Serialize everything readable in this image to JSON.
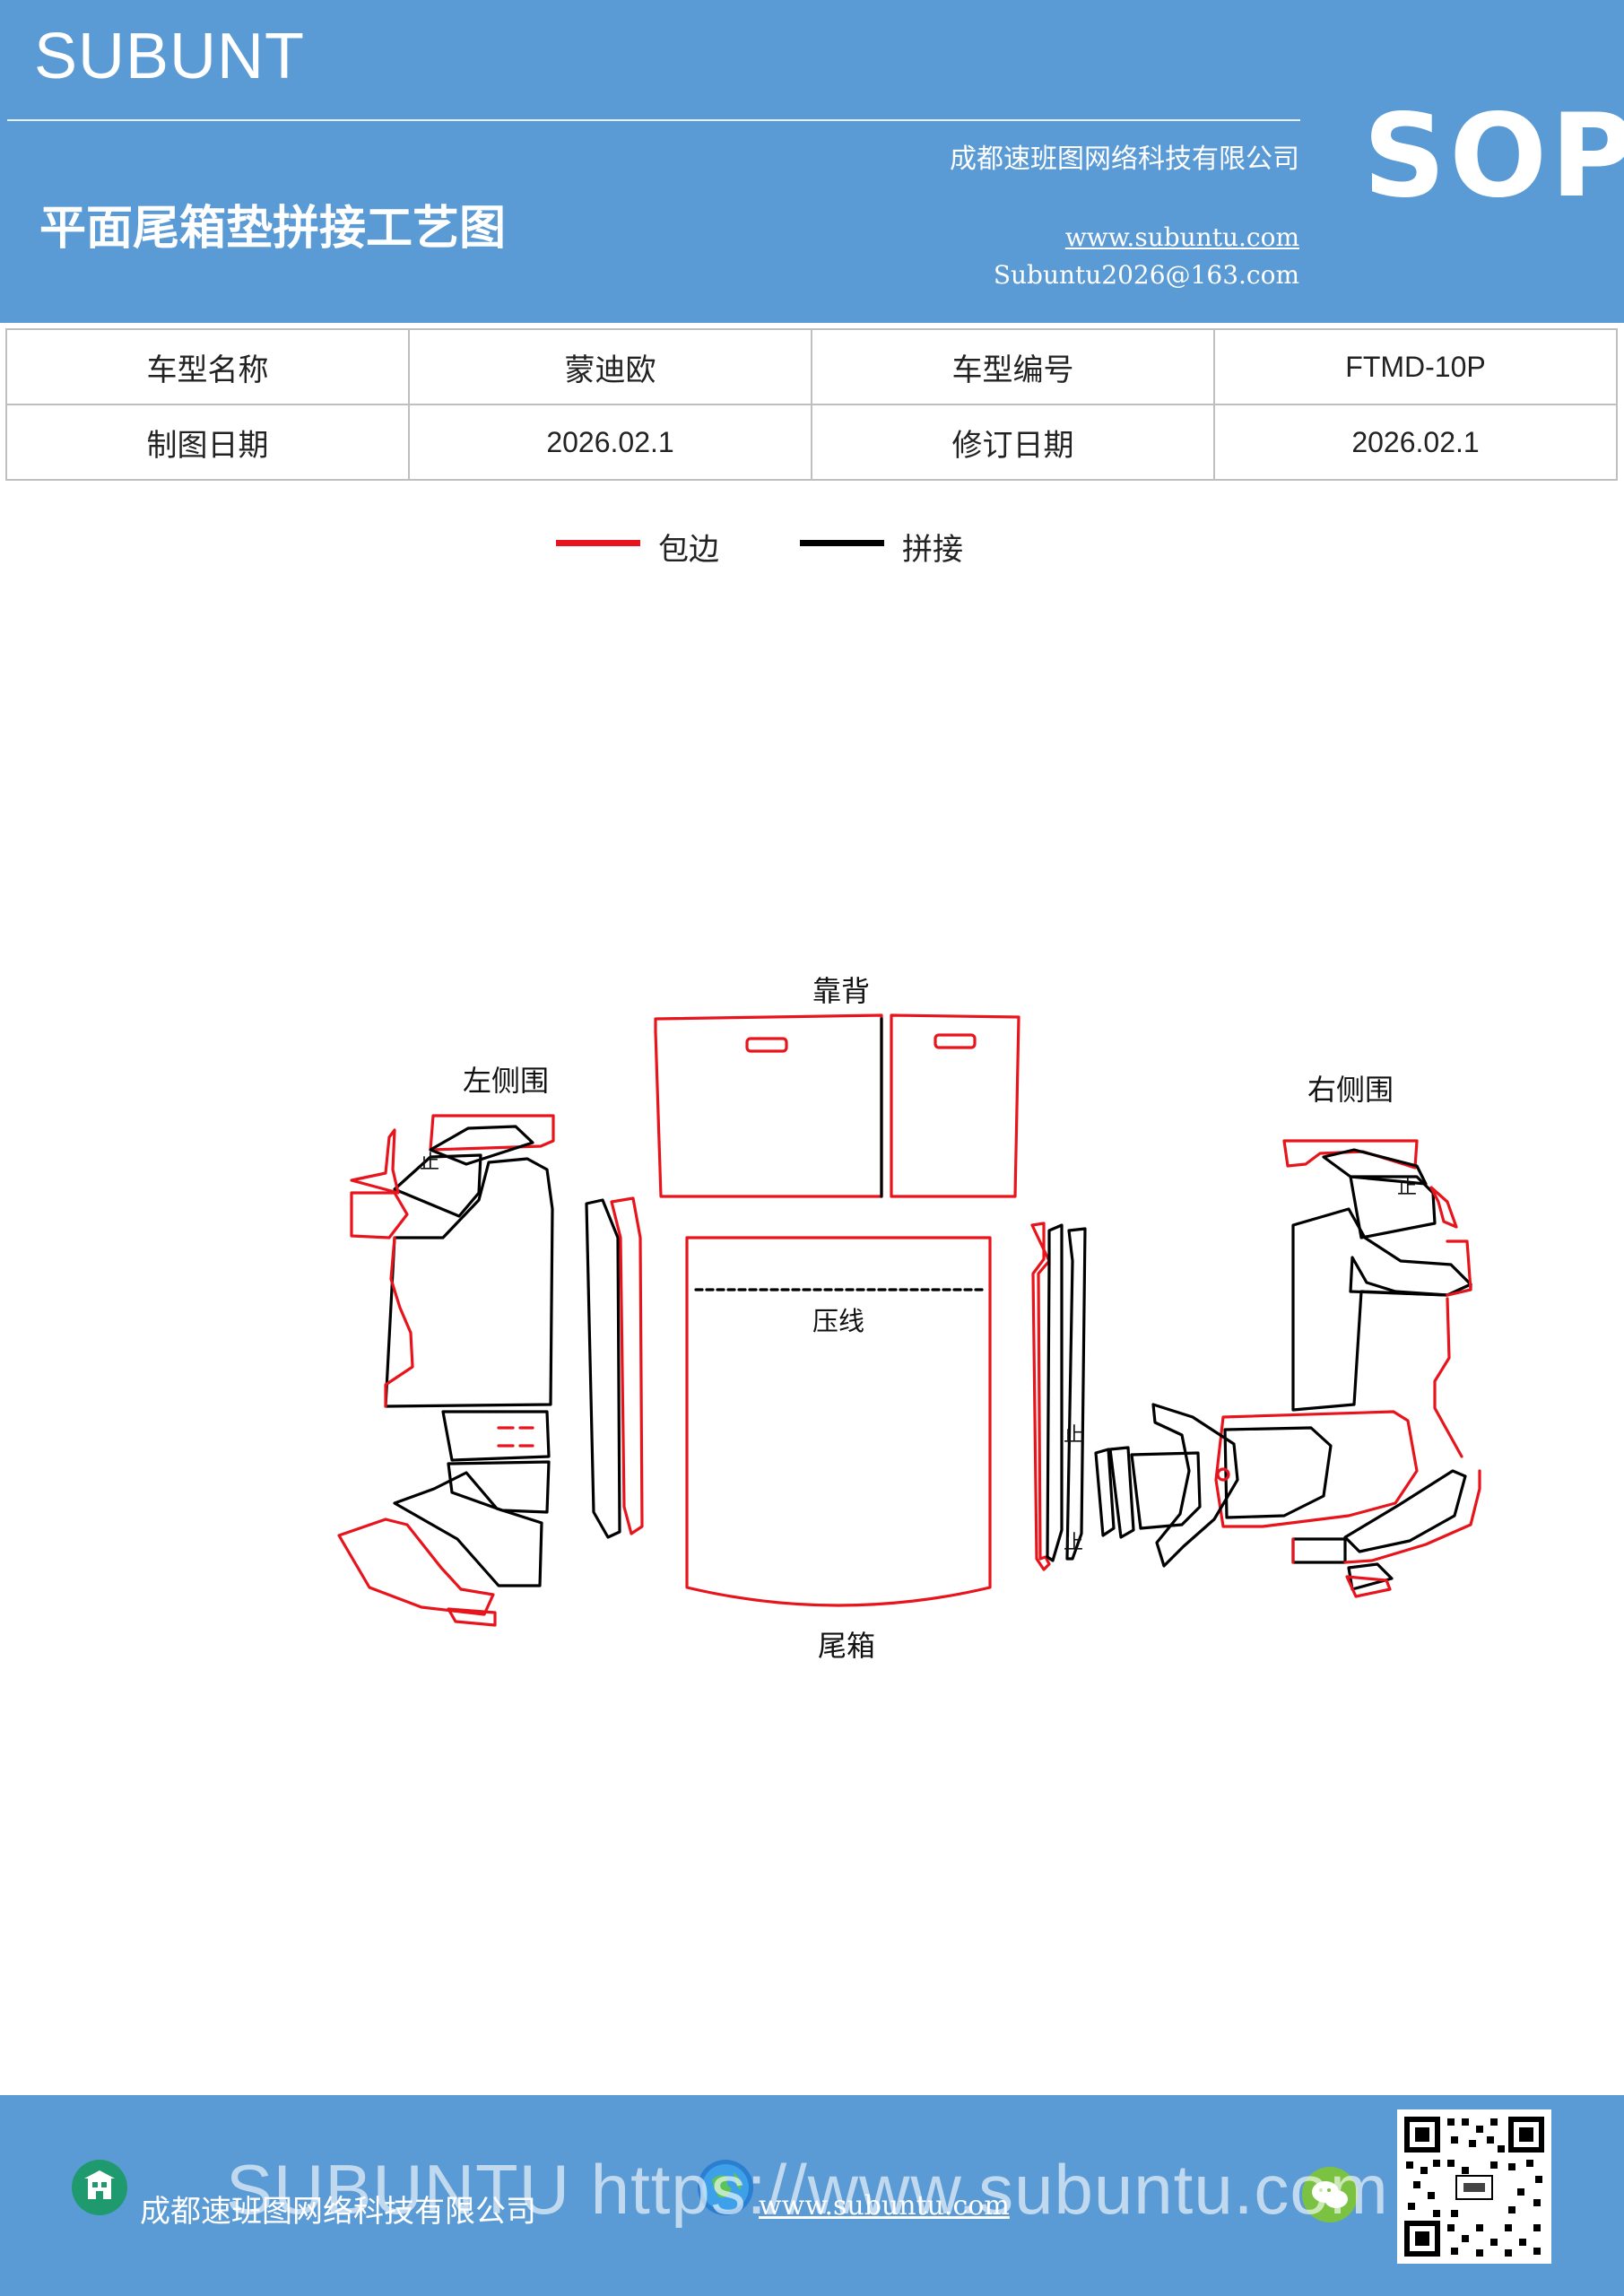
{
  "header": {
    "brand": "SUBUNT",
    "title": "平面尾箱垫拼接工艺图",
    "company": "成都速班图网络科技有限公司",
    "website": "www.subuntu.com",
    "email": "Subuntu2026@163.com",
    "badge": "SOP"
  },
  "info_table": {
    "rows": [
      [
        {
          "label": "车型名称",
          "value": "蒙迪欧"
        },
        {
          "label": "车型编号",
          "value": "FTMD-10P"
        }
      ],
      [
        {
          "label": "制图日期",
          "value": "2026.02.1"
        },
        {
          "label": "修订日期",
          "value": "2026.02.1"
        }
      ]
    ]
  },
  "legend": [
    {
      "label": "包边",
      "color": "#e8141c"
    },
    {
      "label": "拼接",
      "color": "#000000"
    }
  ],
  "diagram": {
    "labels": {
      "backrest": "靠背",
      "left_side": "左侧围",
      "right_side": "右侧围",
      "crease": "压线",
      "trunk": "尾箱",
      "stop": "止"
    },
    "colors": {
      "edge_binding": "#e8141c",
      "seam": "#000000"
    }
  },
  "footer": {
    "company": "成都速班图网络科技有限公司",
    "website": "www.subuntu.com",
    "watermark": "SUBUNTU https://www.subuntu.com"
  }
}
